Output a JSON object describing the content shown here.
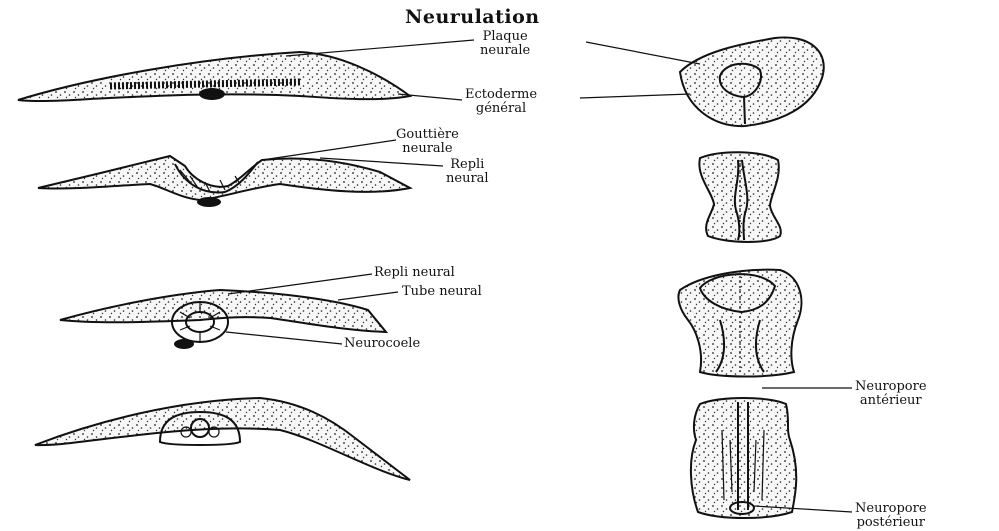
{
  "title": "Neurulation",
  "labels": {
    "plaque": [
      "Plaque",
      "neurale"
    ],
    "ectoderme": [
      "Ectoderme",
      "général"
    ],
    "gouttiere": [
      "Gouttière",
      "neurale"
    ],
    "repli": [
      "Repli",
      "neural"
    ],
    "repli_neural": "Repli neural",
    "tube_neural": "Tube neural",
    "neurocoele": "Neurocoele",
    "neuropore_anterieur": [
      "Neuropore",
      "antérieur"
    ],
    "neuropore_posterieur": [
      "Neuropore",
      "postérieur"
    ]
  }
}
